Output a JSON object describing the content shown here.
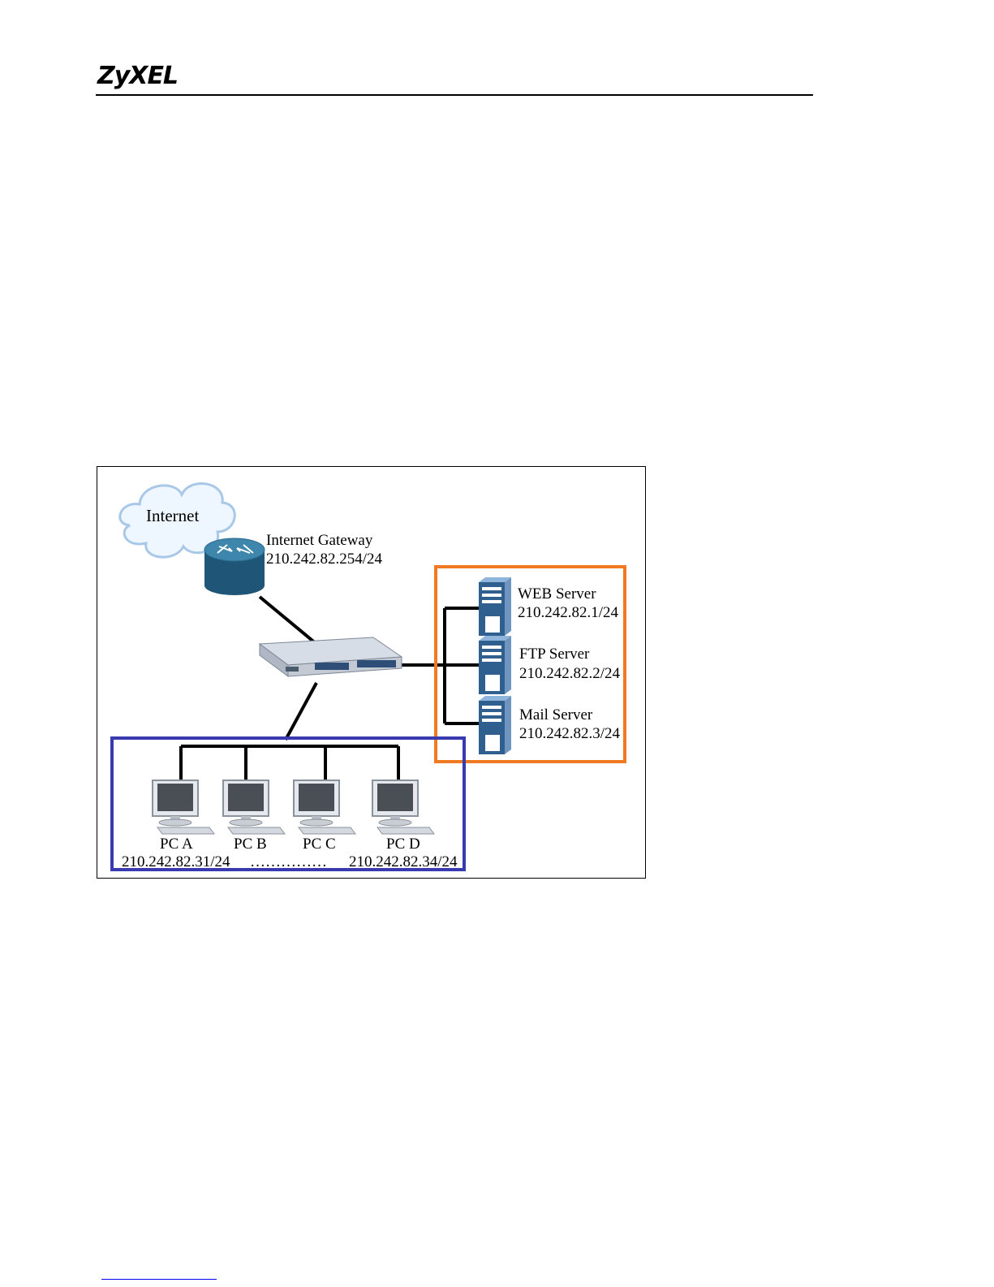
{
  "header": {
    "logo_text": "ZyXEL"
  },
  "diagram": {
    "internet": {
      "label": "Internet"
    },
    "gateway": {
      "name": "Internet Gateway",
      "ip": "210.242.82.254/24"
    },
    "servers": [
      {
        "name": "WEB Server",
        "ip": "210.242.82.1/24"
      },
      {
        "name": "FTP Server",
        "ip": "210.242.82.2/24"
      },
      {
        "name": "Mail Server",
        "ip": "210.242.82.3/24"
      }
    ],
    "pcs": [
      {
        "name": "PC A"
      },
      {
        "name": "PC B"
      },
      {
        "name": "PC C"
      },
      {
        "name": "PC D"
      }
    ],
    "pc_range": {
      "start_ip": "210.242.82.31/24",
      "ellipsis": "……………",
      "end_ip": "210.242.82.34/24"
    },
    "colors": {
      "server_zone_border": "#f07a22",
      "pc_zone_border": "#3a3ab0",
      "device_blue": "#2f5f8f"
    }
  }
}
